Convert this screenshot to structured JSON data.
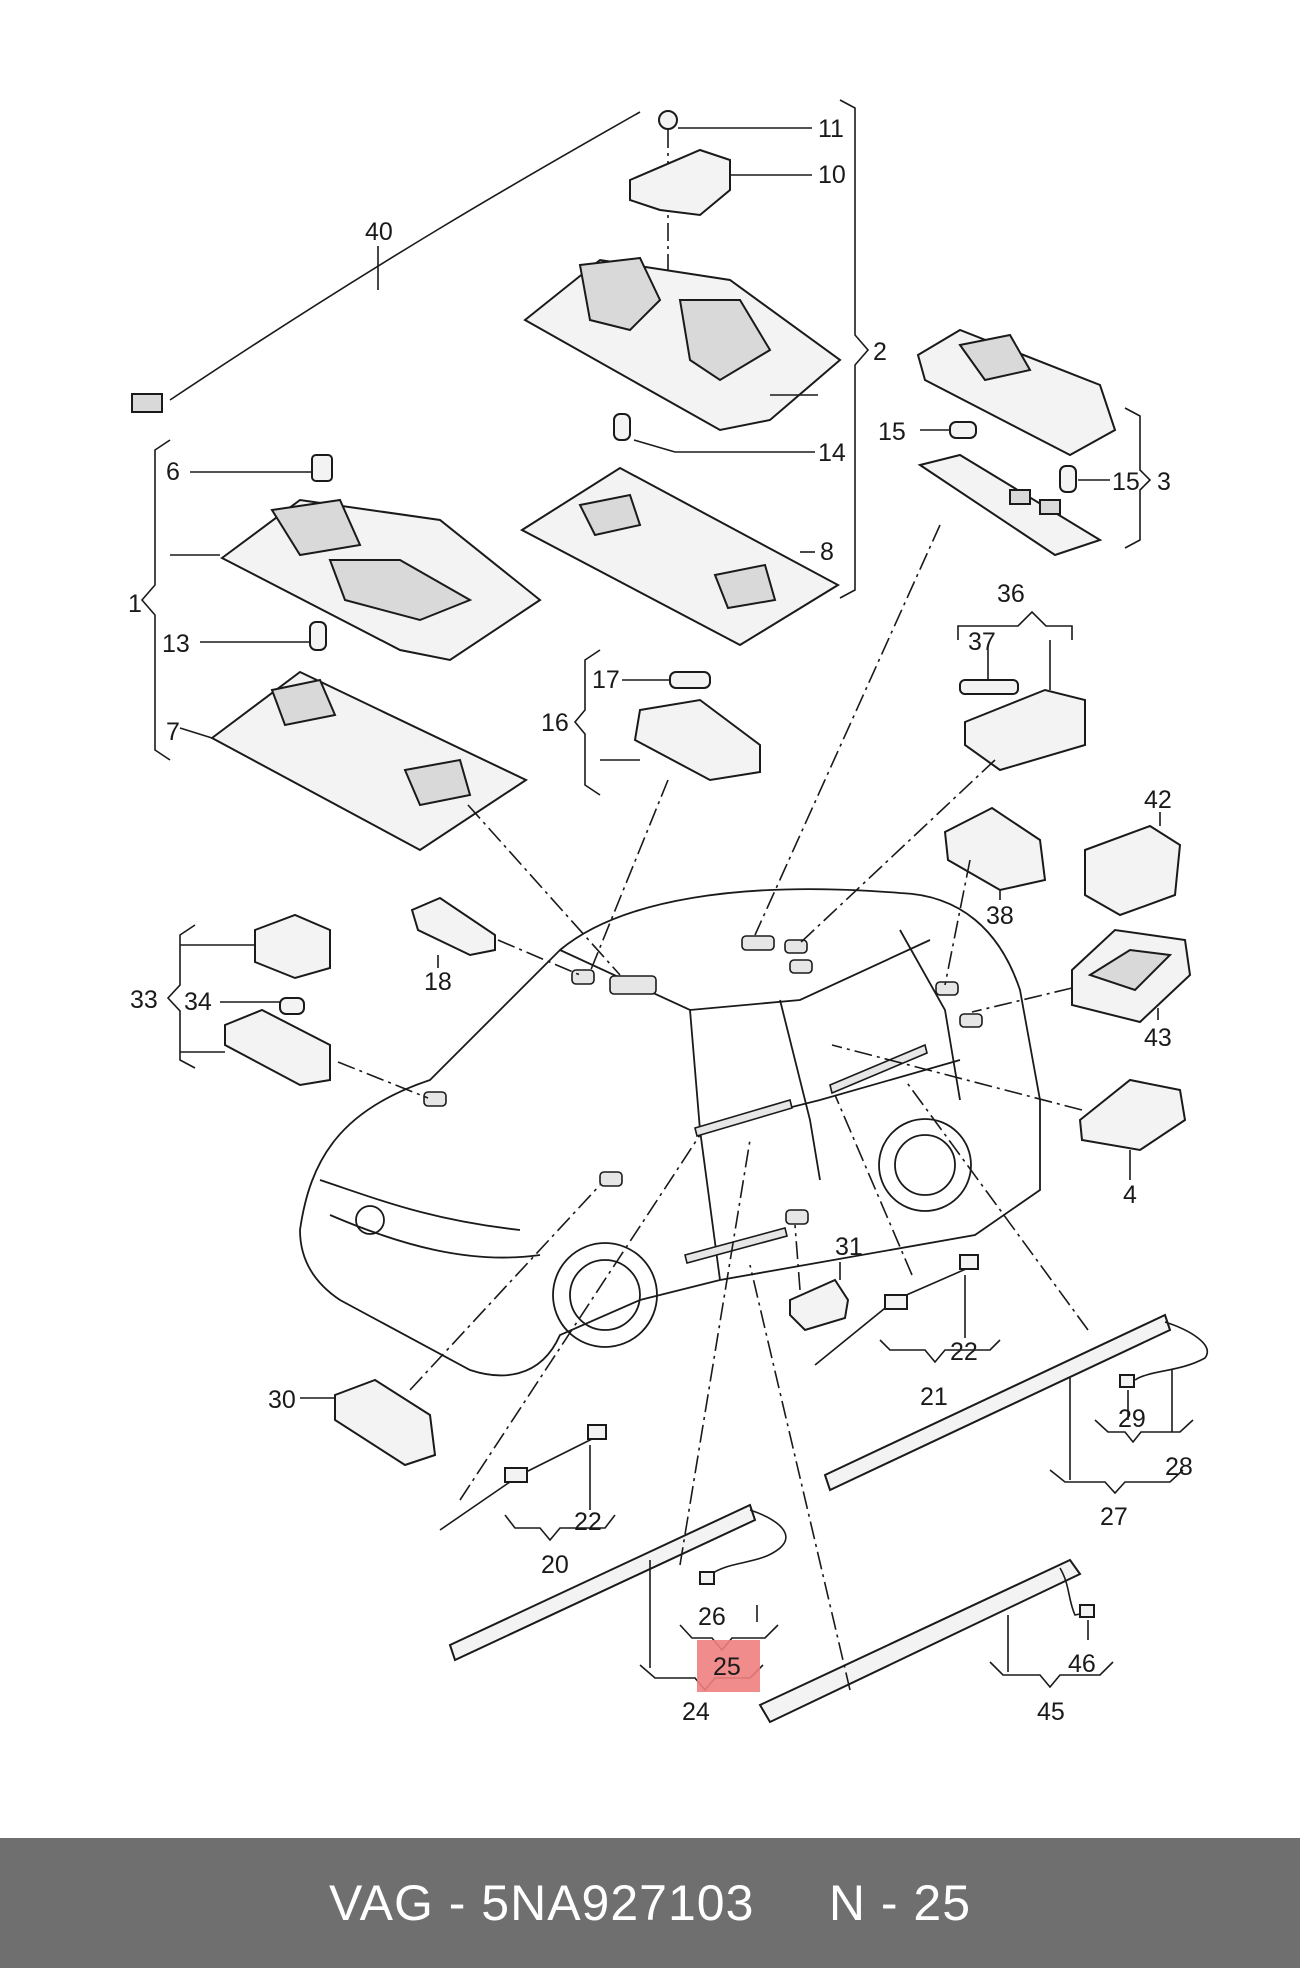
{
  "highlight_color": "#f08080",
  "footer": {
    "brand": "VAG",
    "separator1": " - ",
    "part_number": "5NA927103",
    "gap": "     ",
    "position_prefix": "N - ",
    "position": "25"
  },
  "callouts": {
    "c1": "1",
    "c2": "2",
    "c3": "3",
    "c4": "4",
    "c6": "6",
    "c7": "7",
    "c8": "8",
    "c10": "10",
    "c11": "11",
    "c13": "13",
    "c14": "14",
    "c15a": "15",
    "c15b": "15",
    "c16": "16",
    "c17": "17",
    "c18": "18",
    "c20": "20",
    "c21": "21",
    "c22a": "22",
    "c22b": "22",
    "c24": "24",
    "c25": "25",
    "c26": "26",
    "c27": "27",
    "c28": "28",
    "c29": "29",
    "c30": "30",
    "c31": "31",
    "c33": "33",
    "c34": "34",
    "c36": "36",
    "c37": "37",
    "c38": "38",
    "c40": "40",
    "c42": "42",
    "c43": "43",
    "c45": "45",
    "c46": "46"
  }
}
